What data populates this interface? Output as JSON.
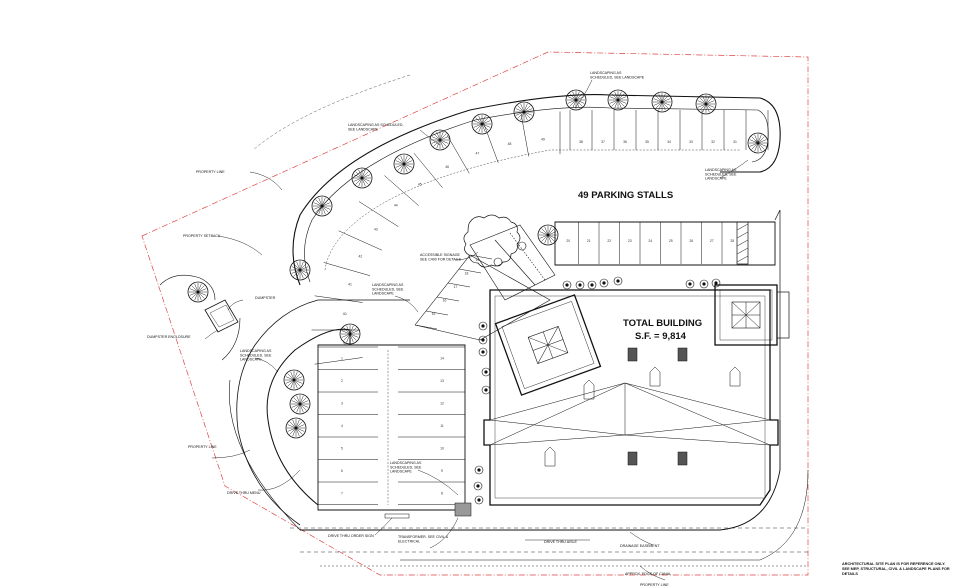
{
  "title": "49 PARKING STALLS",
  "building": {
    "title": "TOTAL BUILDING",
    "area": "S.F. = 9,814"
  },
  "labels": {
    "landscaping_top": [
      "LANDSCAPING AS",
      "SCHEDULED, SEE LANDSCAPE"
    ],
    "landscaping_left": [
      "LANDSCAPING AS SCHEDULED,",
      "SEE LANDSCAPE"
    ],
    "landscaping_right": [
      "LANDSCAPING AS",
      "SCHEDULED, SEE",
      "LANDSCAPE"
    ],
    "landscaping_mid": [
      "LANDSCAPING AS",
      "SCHEDULED, SEE",
      "LANDSCAPE"
    ],
    "landscaping_lower_left": [
      "LANDSCAPING AS",
      "SCHEDULED, SEE",
      "LANDSCAPE"
    ],
    "landscaping_bottom": [
      "LANDSCAPING AS",
      "SCHEDULED, SEE",
      "LANDSCAPE"
    ],
    "accessible_signage": [
      "ACCESSIBLE SIGNAGE",
      "SEE C400 FOR DETAILS"
    ],
    "property_line_1": "PROPERTY LINE",
    "property_setback": "PROPERTY SETBACK",
    "dumpster": "DUMPSTER",
    "dumpster_enclosure": "DUMPSTER ENCLOSURE",
    "property_line_2": "PROPERTY LINE",
    "drive_thru_menu": "DRIVE THRU MENU",
    "drive_thru_order": "DRIVE THRU ORDER SIGN",
    "transformer": [
      "TRANSFORMER. SEE CIVIL &",
      "ELECTRICAL"
    ],
    "drive_thru_aisle": "DRIVE THRU AISLE",
    "drainage_easement": "DRAINAGE EASEMENT",
    "edge_of_canal": "APPROX. EDGE OF CANAL",
    "property_line_3": "PROPERTY LINE"
  },
  "disclaimer": [
    "ARCHITECTURAL SITE PLAN IS FOR REFERENCE ONLY.",
    "SEE MEP, STRUCTURAL, CIVIL & LANDSCAPE PLANS FOR DETAILS"
  ],
  "stalls": {
    "top_row": [
      "38",
      "37",
      "36",
      "35",
      "34",
      "33",
      "32",
      "31",
      "30"
    ],
    "curve_row": [
      "39",
      "40",
      "41",
      "42",
      "43",
      "44",
      "45",
      "46",
      "47",
      "48",
      "49"
    ],
    "middle_row": [
      "20",
      "21",
      "22",
      "23",
      "24",
      "25",
      "26",
      "27",
      "28"
    ],
    "left_lot_left": [
      "1",
      "2",
      "3",
      "4",
      "5",
      "6",
      "7"
    ],
    "left_lot_right": [
      "14",
      "13",
      "12",
      "11",
      "10",
      "9",
      "8"
    ],
    "angled_mid": [
      "15",
      "16",
      "17",
      "18",
      "19"
    ]
  }
}
